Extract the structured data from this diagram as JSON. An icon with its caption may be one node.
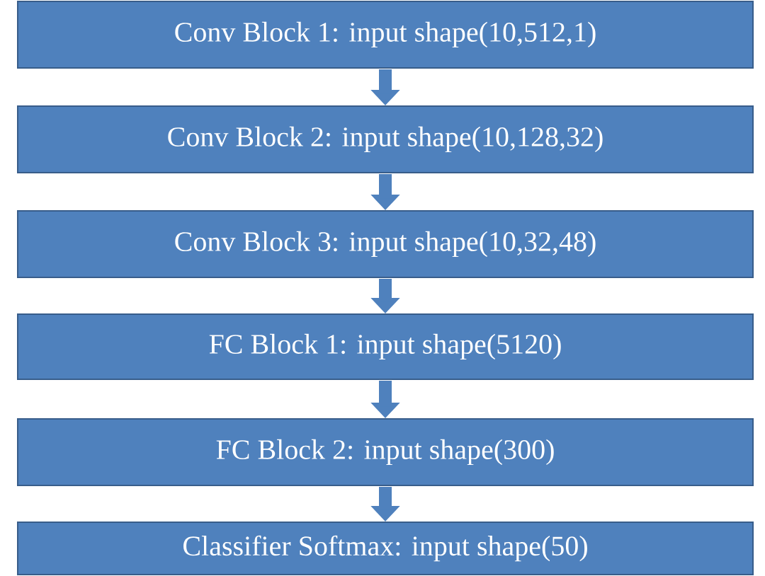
{
  "diagram": {
    "nodes": [
      {
        "text": [
          "Conv Block 1: input shape(10,512,1)"
        ]
      },
      {
        "text": [
          "Conv Block 2: input shape(10,128,32)"
        ]
      },
      {
        "text": [
          "Conv Block 3: input shape(10,32,48)"
        ]
      },
      {
        "text": [
          "FC Block 1: input shape(5120)"
        ]
      },
      {
        "text": [
          "FC Block 2: input shape(300)"
        ]
      },
      {
        "text": [
          "Classifier Softmax: input shape(50)"
        ]
      }
    ],
    "edges": [
      {
        "from": 0,
        "to": 1,
        "arrow": "to"
      },
      {
        "from": 1,
        "to": 2,
        "arrow": "to"
      },
      {
        "from": 2,
        "to": 3,
        "arrow": "to"
      },
      {
        "from": 3,
        "to": 4,
        "arrow": "to"
      },
      {
        "from": 4,
        "to": 5,
        "arrow": "to"
      }
    ]
  }
}
